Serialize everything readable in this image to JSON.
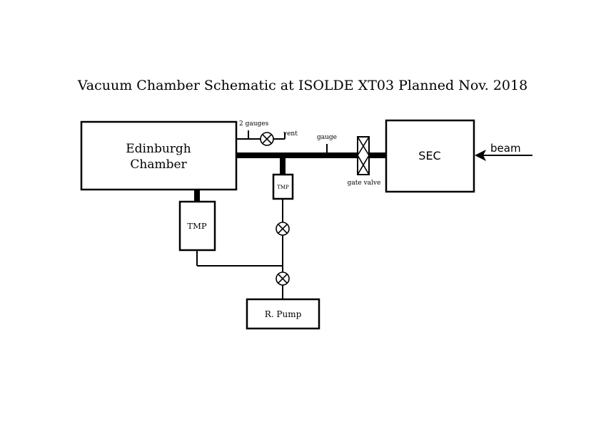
{
  "title": "Vacuum Chamber Schematic at ISOLDE XT03 Planned Nov. 2018",
  "components": {
    "edinburgh_chamber": {
      "line1": "Edinburgh",
      "line2": "Chamber"
    },
    "sec": "SEC",
    "tmp_main": "TMP",
    "tmp_small": "TMP",
    "roughing_pump": "R. Pump",
    "gate_valve": "gate valve"
  },
  "labels": {
    "two_gauges": "2 gauges",
    "vent": "vent",
    "gauge": "gauge",
    "beam": "beam"
  }
}
